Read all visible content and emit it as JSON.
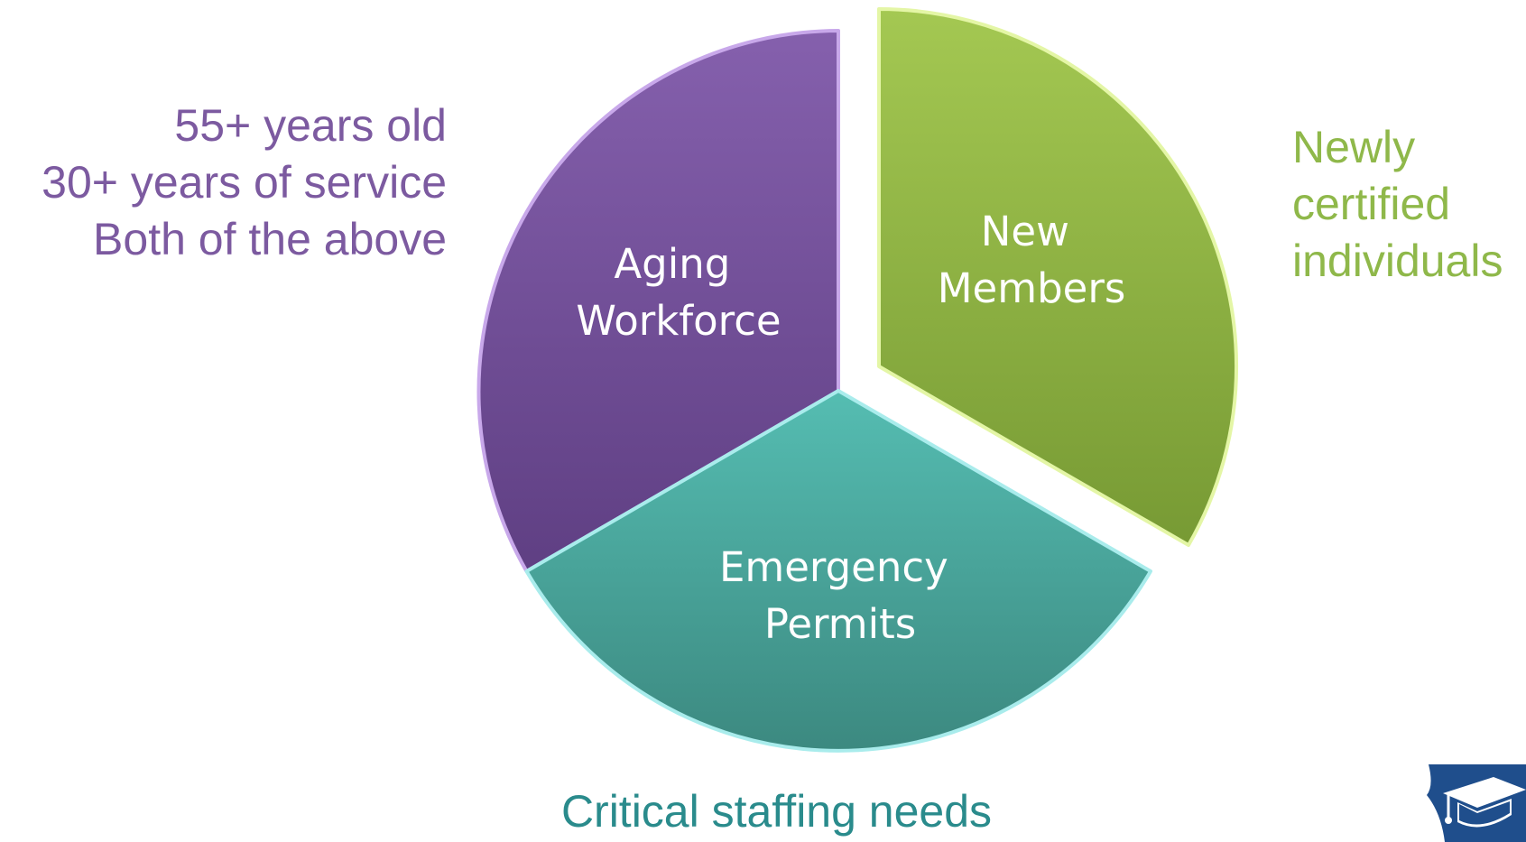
{
  "diagram": {
    "segments": [
      {
        "id": "aging",
        "label_lines": [
          "Aging",
          "Workforce"
        ],
        "colors": {
          "top": "#8560ad",
          "bottom": "#5f3f83",
          "edge": "#c8a8ea"
        }
      },
      {
        "id": "new",
        "label_lines": [
          "New",
          "Members"
        ],
        "colors": {
          "top": "#a4c852",
          "bottom": "#779a34",
          "edge": "#e4f6a6"
        }
      },
      {
        "id": "emergency",
        "label_lines": [
          "Emergency",
          "Permits"
        ],
        "colors": {
          "top": "#55bdb2",
          "bottom": "#3c8980",
          "edge": "#a9ecec"
        }
      }
    ],
    "annotations": {
      "aging": {
        "lines": [
          "55+ years old",
          "30+ years of service",
          "Both of the above"
        ],
        "color": "#7c5aa0"
      },
      "new": {
        "lines": [
          "Newly",
          "certified",
          "individuals"
        ],
        "color": "#8fb84a"
      },
      "emergency": {
        "lines": [
          "Critical staffing needs"
        ],
        "color": "#2a8b8c"
      }
    }
  },
  "logo": {
    "icon": "graduation-cap-keystone-icon",
    "color": "#1f4e8c"
  }
}
